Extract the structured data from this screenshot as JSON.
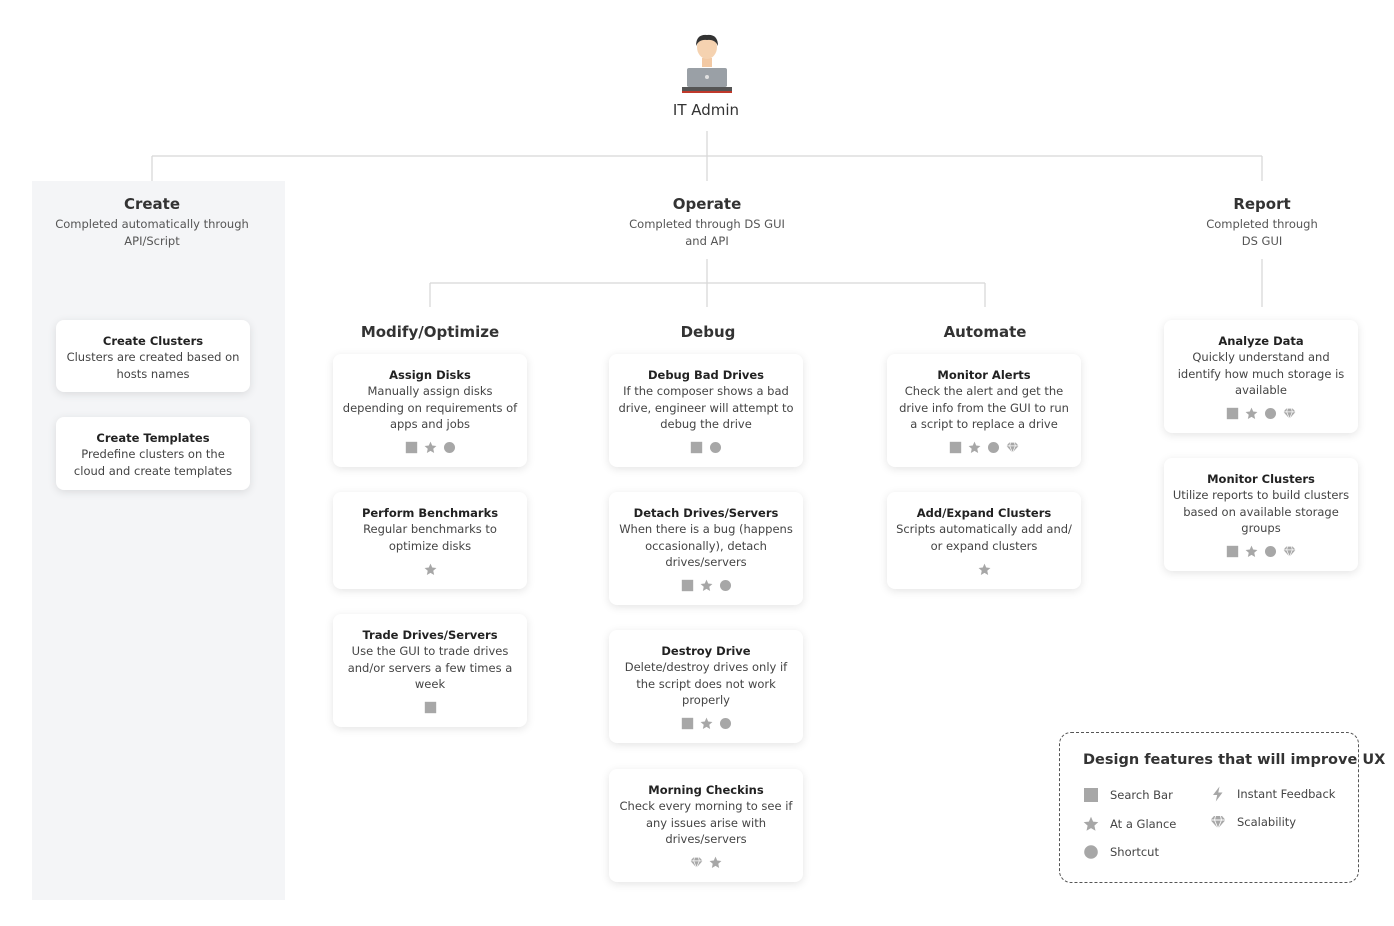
{
  "admin": {
    "label": "IT Admin"
  },
  "columns": [
    {
      "title": "Create",
      "desc": "Completed automatically through API/Script"
    },
    {
      "title": "Operate",
      "desc": "Completed through DS GUI and API"
    },
    {
      "title": "Report",
      "desc": "Completed through DS GUI"
    }
  ],
  "operate_subs": [
    "Modify/Optimize",
    "Debug",
    "Automate"
  ],
  "cards": [
    {
      "title": "Create Clusters",
      "desc": "Clusters are created based on hosts names",
      "icons": []
    },
    {
      "title": "Create Templates",
      "desc": "Predefine clusters on the cloud and create templates",
      "icons": []
    },
    {
      "title": "Assign Disks",
      "desc": "Manually assign disks depending on requirements of apps and jobs",
      "icons": [
        "square-icon",
        "star-icon",
        "circle-icon"
      ]
    },
    {
      "title": "Perform Benchmarks",
      "desc": "Regular benchmarks to optimize disks",
      "icons": [
        "star-icon"
      ]
    },
    {
      "title": "Trade Drives/Servers",
      "desc": "Use the GUI to trade drives and/or servers a few times a week",
      "icons": [
        "square-icon"
      ]
    },
    {
      "title": "Debug Bad Drives",
      "desc": "If the composer shows a bad drive, engineer will attempt to debug the drive",
      "icons": [
        "square-icon",
        "circle-icon"
      ]
    },
    {
      "title": "Detach Drives/Servers",
      "desc": "When there is a bug (happens occasionally), detach drives/servers",
      "icons": [
        "square-icon",
        "star-icon",
        "circle-icon"
      ]
    },
    {
      "title": "Destroy Drive",
      "desc": "Delete/destroy drives only if the script does not work properly",
      "icons": [
        "square-icon",
        "star-icon",
        "circle-icon"
      ]
    },
    {
      "title": "Morning Checkins",
      "desc": "Check every morning to see if any issues arise with drives/servers",
      "icons": [
        "diamond-icon",
        "star-icon"
      ]
    },
    {
      "title": "Monitor Alerts",
      "desc": "Check the alert and get the drive info from the GUI to run a script to replace a drive",
      "icons": [
        "square-icon",
        "star-icon",
        "circle-icon",
        "diamond-icon"
      ]
    },
    {
      "title": "Add/Expand Clusters",
      "desc": "Scripts automatically add and/ or expand clusters",
      "icons": [
        "star-icon"
      ]
    },
    {
      "title": "Analyze Data",
      "desc": "Quickly understand and identify how much storage is available",
      "icons": [
        "square-icon",
        "star-icon",
        "circle-icon",
        "diamond-icon"
      ]
    },
    {
      "title": "Monitor Clusters",
      "desc": "Utilize reports to build clusters based on available storage groups",
      "icons": [
        "square-icon",
        "star-icon",
        "circle-icon",
        "diamond-icon"
      ]
    }
  ],
  "legend": {
    "title": "Design features that will improve UX",
    "items": [
      {
        "icon": "square-icon",
        "label": "Search Bar"
      },
      {
        "icon": "star-icon",
        "label": "At a Glance"
      },
      {
        "icon": "circle-icon",
        "label": "Shortcut"
      },
      {
        "icon": "bolt-icon",
        "label": "Instant Feedback"
      },
      {
        "icon": "diamond-icon",
        "label": "Scalability"
      }
    ]
  },
  "colors": {
    "icon": "#a7a7a7",
    "connector": "#d8d8d8",
    "create_panel": "#f4f5f7"
  }
}
